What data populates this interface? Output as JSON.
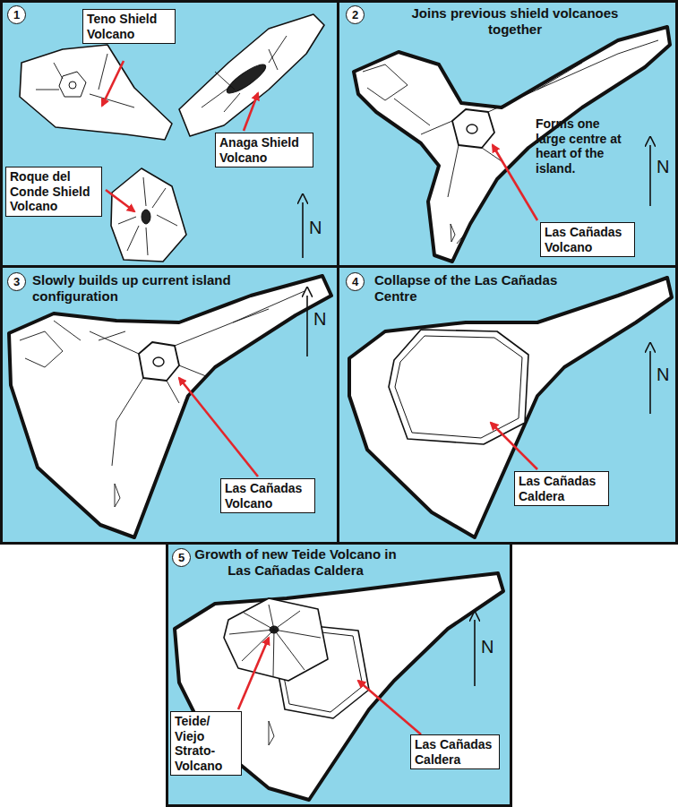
{
  "diagram": {
    "nodes": [
      {
        "text": [
          "1"
        ]
      },
      {
        "text": [
          "Teno Shield Volcano"
        ],
        "in": 0
      },
      {
        "text": [
          "Anaga Shield Volcano"
        ],
        "in": 0
      },
      {
        "text": [
          "Roque del Conde Shield Volcano"
        ],
        "in": 0
      },
      {
        "text": [
          "2",
          "Joins previous shield volcanoes together",
          "Forms one large centre at heart of the island."
        ]
      },
      {
        "text": [
          "Las Cañadas Volcano"
        ],
        "in": 4
      },
      {
        "text": [
          "3",
          "Slowly builds up current island configuration"
        ]
      },
      {
        "text": [
          "Las Cañadas Volcano"
        ],
        "in": 6
      },
      {
        "text": [
          "4",
          "Collapse of the Las Cañadas Centre"
        ]
      },
      {
        "text": [
          "Las Cañadas Caldera"
        ],
        "in": 8
      },
      {
        "text": [
          "5",
          "Growth of new Teide Volcano in Las Cañadas Caldera"
        ]
      },
      {
        "text": [
          "Teide/ Viejo Strato- Volcano"
        ],
        "in": 10
      },
      {
        "text": [
          "Las Cañadas Caldera"
        ],
        "in": 10
      }
    ],
    "labels": [
      "N",
      "N",
      "N",
      "N",
      "N"
    ]
  }
}
